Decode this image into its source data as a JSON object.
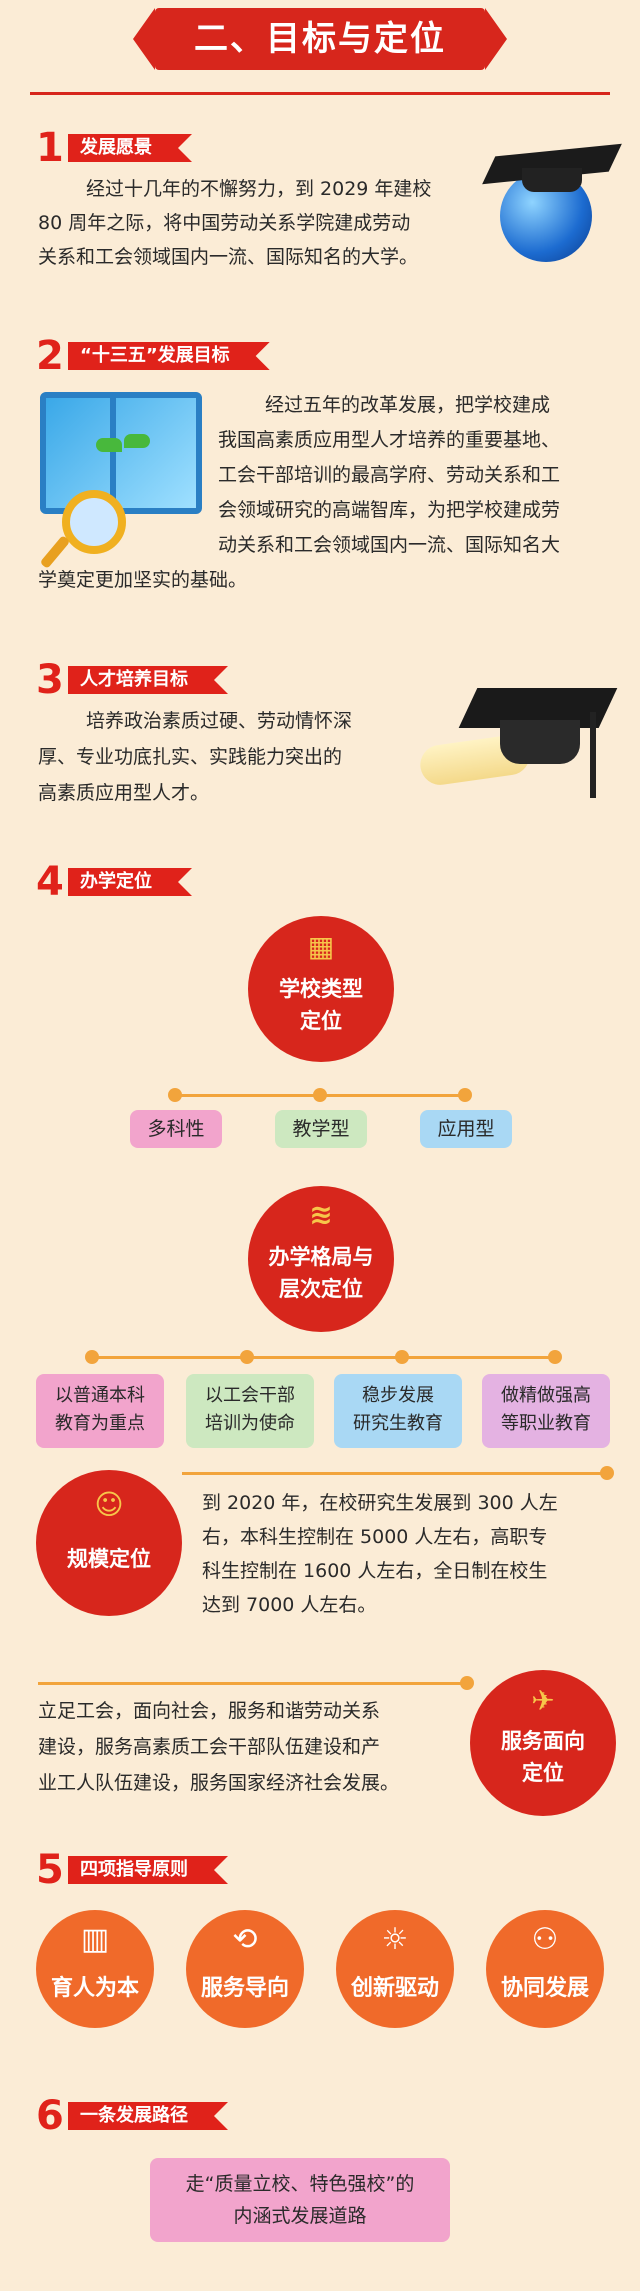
{
  "header": {
    "title": "二、目标与定位"
  },
  "sections": [
    {
      "num": "1",
      "tag": "发展愿景",
      "lines": [
        "经过十几年的不懈努力，到 2029 年建校",
        "80 周年之际，将中国劳动关系学院建成劳动",
        "关系和工会领域国内一流、国际知名的大学。"
      ]
    },
    {
      "num": "2",
      "tag": "“十三五”发展目标",
      "lines": [
        "经过五年的改革发展，把学校建成",
        "我国高素质应用型人才培养的重要基地、",
        "工会干部培训的最高学府、劳动关系和工",
        "会领域研究的高端智库，为把学校建成劳",
        "动关系和工会领域国内一流、国际知名大",
        "学奠定更加坚实的基础。"
      ]
    },
    {
      "num": "3",
      "tag": "人才培养目标",
      "lines": [
        "培养政治素质过硬、劳动情怀深",
        "厚、专业功底扎实、实践能力突出的",
        "高素质应用型人才。"
      ]
    },
    {
      "num": "4",
      "tag": "办学定位"
    },
    {
      "num": "5",
      "tag": "四项指导原则"
    },
    {
      "num": "6",
      "tag": "一条发展路径"
    }
  ],
  "positioning": {
    "school_type": {
      "title_lines": [
        "学校类型",
        "定位"
      ],
      "items": [
        "多科性",
        "教学型",
        "应用型"
      ]
    },
    "pattern": {
      "title_lines": [
        "办学格局与",
        "层次定位"
      ],
      "items": [
        [
          "以普通本科",
          "教育为重点"
        ],
        [
          "以工会干部",
          "培训为使命"
        ],
        [
          "稳步发展",
          "研究生教育"
        ],
        [
          "做精做强高",
          "等职业教育"
        ]
      ]
    },
    "scale": {
      "title": "规模定位",
      "lines": [
        "到 2020 年，在校研究生发展到 300 人左",
        "右，本科生控制在 5000 人左右，高职专",
        "科生控制在 1600 人左右，全日制在校生",
        "达到 7000 人左右。"
      ]
    },
    "service": {
      "title_lines": [
        "服务面向",
        "定位"
      ],
      "lines": [
        "立足工会，面向社会，服务和谐劳动关系",
        "建设，服务高素质工会干部队伍建设和产",
        "业工人队伍建设，服务国家经济社会发展。"
      ]
    }
  },
  "principles": [
    {
      "label": "育人为本",
      "icon": "books-icon"
    },
    {
      "label": "服务导向",
      "icon": "handshake-icon"
    },
    {
      "label": "创新驱动",
      "icon": "lightbulb-icon"
    },
    {
      "label": "协同发展",
      "icon": "people-icon"
    }
  ],
  "path": {
    "lines": [
      "走“质量立校、特色强校”的",
      "内涵式发展道路"
    ]
  }
}
